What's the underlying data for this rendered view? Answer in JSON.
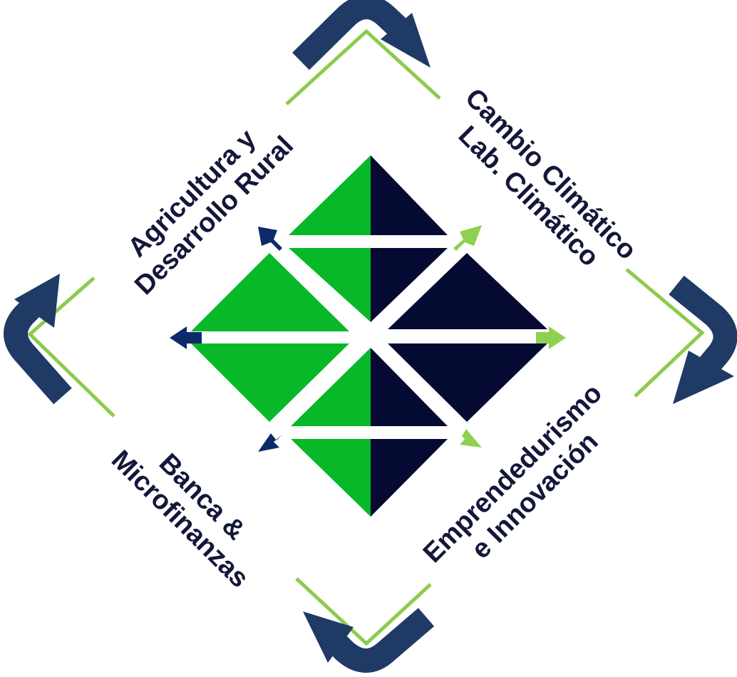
{
  "colors": {
    "green": "#07b828",
    "navy": "#050a33",
    "arrow_navy": "#0d2a6b",
    "arrow_green": "#8fd14f",
    "frame_line": "#8dcb4d",
    "curved_arrow": "#203a66",
    "label_text": "#14173a"
  },
  "labels": {
    "top_left": [
      "Agricultura y",
      "Desarrollo Rural"
    ],
    "top_right": [
      "Cambio Climático",
      "Lab. Climático"
    ],
    "bottom_left": [
      "Banca &",
      "Microfinanzas"
    ],
    "bottom_right": [
      "Emprendedurismo",
      "e Innovación"
    ]
  },
  "icons": {
    "cycle_arrows": "curved-arrow-icon",
    "outward_arrows": "arrow-icon"
  }
}
